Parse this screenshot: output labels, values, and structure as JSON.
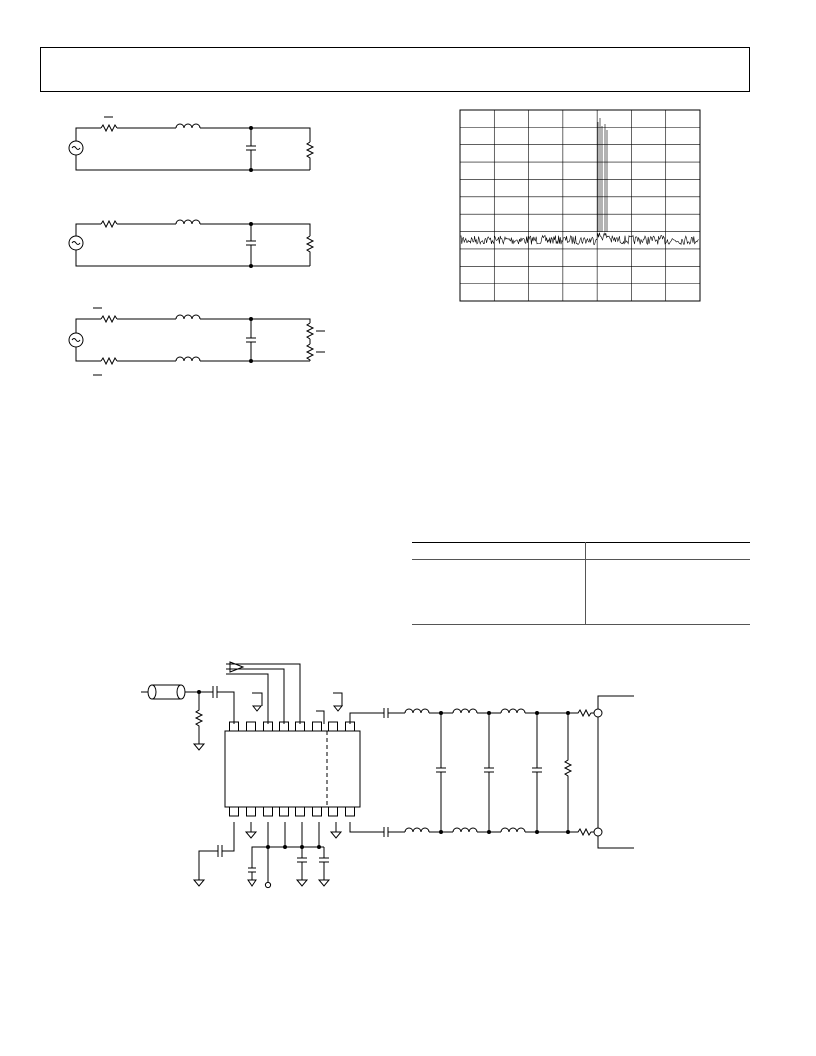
{
  "page": {
    "header_text": "",
    "figures": [
      {
        "id": "filter-topologies",
        "caption": ""
      },
      {
        "id": "output-spectrum-plot",
        "caption": ""
      },
      {
        "id": "application-schematic",
        "caption": ""
      }
    ]
  },
  "table": {
    "columns": [
      "",
      ""
    ],
    "rows": [
      [
        "",
        ""
      ]
    ]
  },
  "colors": {
    "ink": "#000000",
    "background": "#ffffff",
    "grid": "#000000"
  },
  "icons": {
    "ac-source": "ac-source-icon",
    "ground": "ground-icon",
    "coax": "coax-cable-icon",
    "buffer": "buffer-triangle-icon"
  }
}
